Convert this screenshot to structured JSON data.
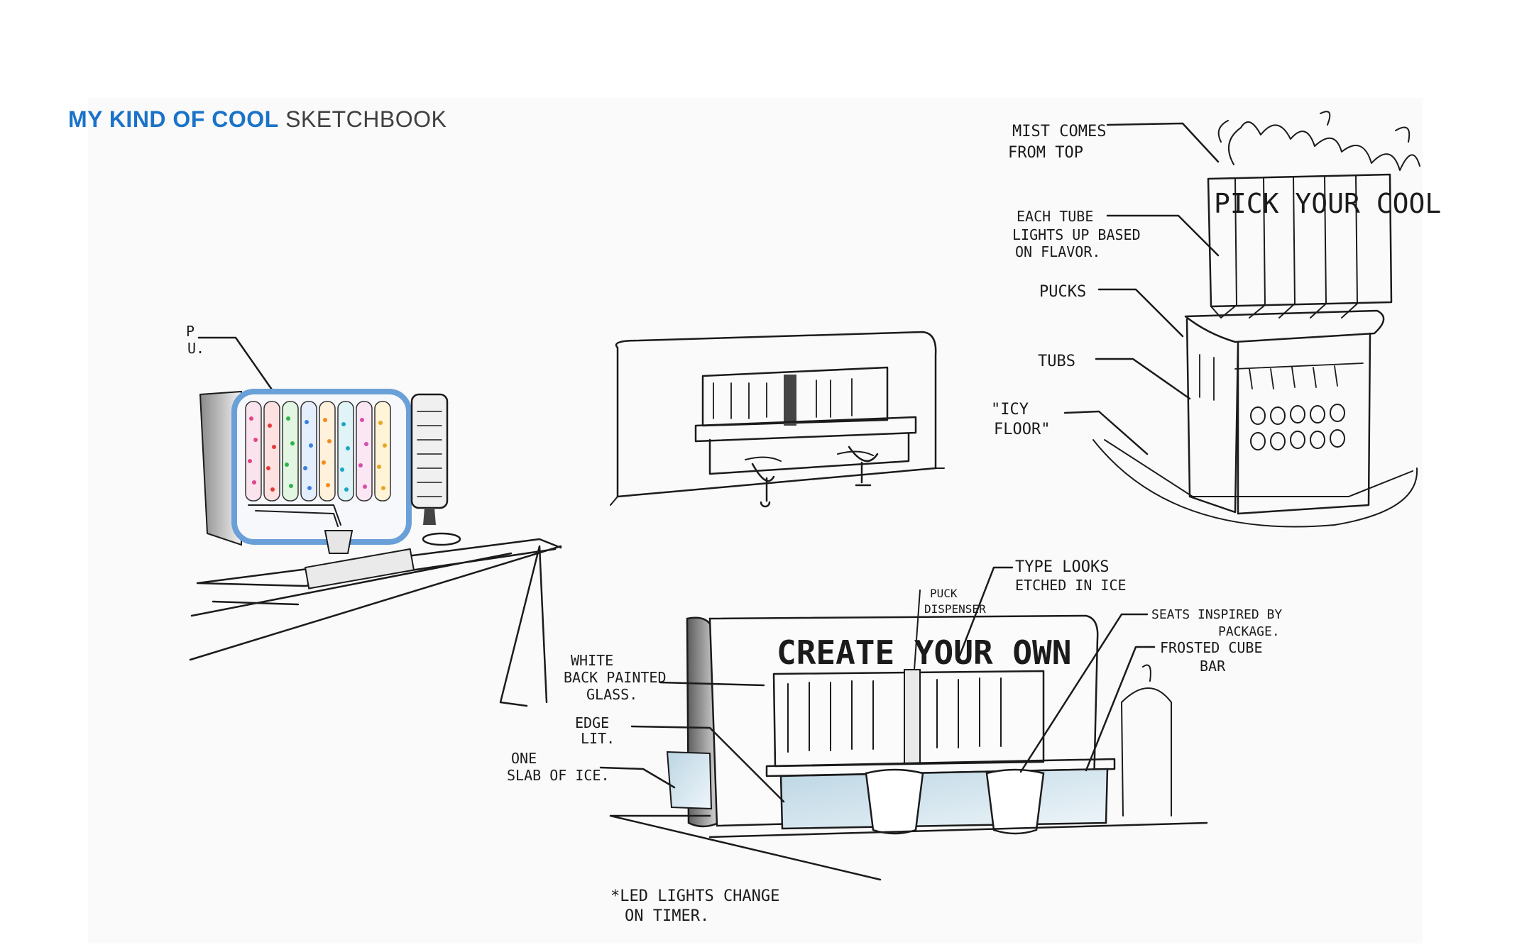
{
  "header": {
    "brand": "MY KIND OF COOL",
    "subtitle": "SKETCHBOOK"
  },
  "colors": {
    "brand_blue": "#1a73c8",
    "ink": "#1b1b1b",
    "ice_blue": "#cfe2ec",
    "panel_blue": "#7fb0e0"
  },
  "sketch_1": {
    "label_partial_1": "P",
    "label_partial_2": "U."
  },
  "sketch_3": {
    "sign_text": "PICK YOUR COOL",
    "annotations": {
      "mist_1": "MIST COMES",
      "mist_2": "FROM TOP",
      "tube_1": "EACH TUBE",
      "tube_2": "LIGHTS UP BASED",
      "tube_3": "ON FLAVOR.",
      "pucks": "PUCKS",
      "tubs": "TUBS",
      "floor_1": "\"ICY",
      "floor_2": "FLOOR\""
    }
  },
  "sketch_4": {
    "sign_text": "CREATE YOUR OWN",
    "annotations": {
      "puck_1": "PUCK",
      "puck_2": "DISPENSER",
      "type_1": "TYPE LOOKS",
      "type_2": "ETCHED IN ICE",
      "seats_1": "SEATS INSPIRED BY",
      "seats_2": "PACKAGE.",
      "frosted_1": "FROSTED CUBE",
      "frosted_2": "BAR",
      "white_1": "WHITE",
      "white_2": "BACK PAINTED",
      "white_3": "GLASS.",
      "edge_1": "EDGE",
      "edge_2": "LIT.",
      "slab_1": "ONE",
      "slab_2": "SLAB OF ICE.",
      "led_1": "*LED LIGHTS CHANGE",
      "led_2": "ON TIMER."
    }
  }
}
